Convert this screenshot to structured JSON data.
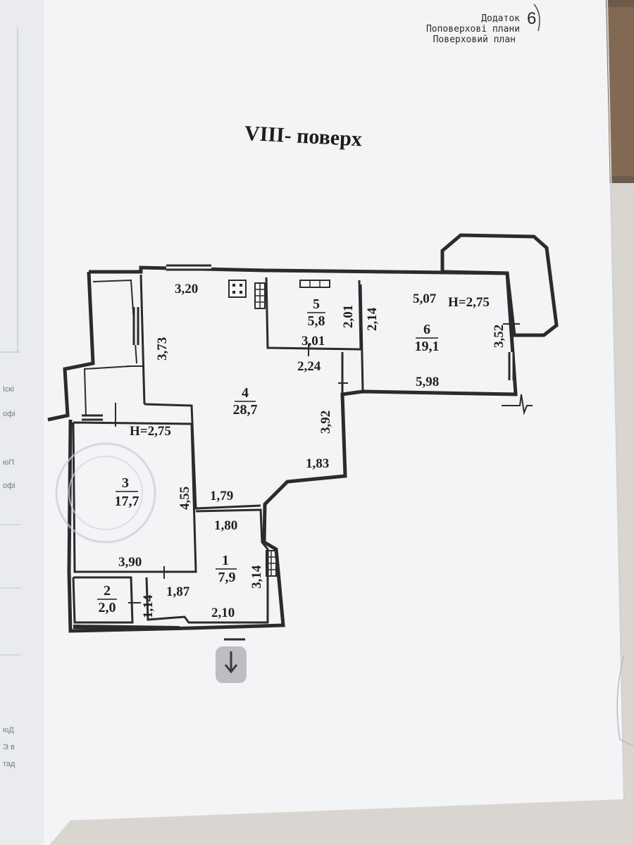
{
  "header": {
    "line1": "Додаток",
    "line2": "Поповерхові плани",
    "line3": "Поверховий план",
    "handwritten_number": "6"
  },
  "title": "VIII- поверх",
  "rooms": [
    {
      "number": "1",
      "area": "7,9"
    },
    {
      "number": "2",
      "area": "2,0"
    },
    {
      "number": "3",
      "area": "17,7"
    },
    {
      "number": "4",
      "area": "28,7"
    },
    {
      "number": "5",
      "area": "5,8"
    },
    {
      "number": "6",
      "area": "19,1"
    }
  ],
  "heights": {
    "room3": "H=2,75",
    "room6": "H=2,75"
  },
  "dimensions": {
    "d320": "3,20",
    "d373": "3,73",
    "d201": "2,01",
    "d301": "3,01",
    "d214": "2,14",
    "d224": "2,24",
    "d507": "5,07",
    "d352": "3,52",
    "d598": "5,98",
    "d392": "3,92",
    "d183": "1,83",
    "d179": "1,79",
    "d455": "4,55",
    "d390": "3,90",
    "d180": "1,80",
    "d314": "3,14",
    "d187": "1,87",
    "d114": "1,14",
    "d210": "2,10"
  },
  "under_page": {
    "t1": "Іскі",
    "t2": "офі",
    "t3": "юП",
    "t4": "офі",
    "t5": "юД",
    "t6": "Э в",
    "t7": "тад"
  },
  "colors": {
    "paper": "#f3f4f6",
    "ink": "#2b2b2e",
    "background": "#d9d6d1"
  }
}
